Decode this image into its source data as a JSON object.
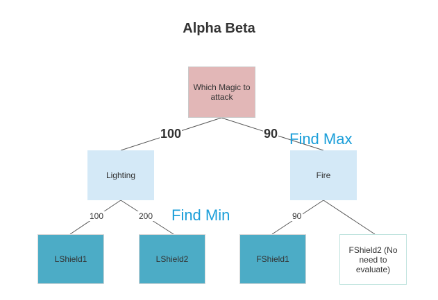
{
  "diagram": {
    "title": "Alpha Beta",
    "root": {
      "label": "Which Magic to attack"
    },
    "level1": [
      {
        "label": "Lighting",
        "edge_value": "100"
      },
      {
        "label": "Fire",
        "edge_value": "90"
      }
    ],
    "leaves": [
      {
        "label": "LShield1",
        "edge_value": "100"
      },
      {
        "label": "LShield2",
        "edge_value": "200"
      },
      {
        "label": "FShield1",
        "edge_value": "90"
      },
      {
        "label": "FShield2 (No need to evaluate)",
        "edge_value": ""
      }
    ],
    "annotations": {
      "find_max": "Find Max",
      "find_min": "Find Min"
    },
    "colors": {
      "root_fill": "#e2b7b7",
      "level1_fill": "#d4e9f7",
      "leaf_fill": "#4cacc6",
      "pruned_leaf_border": "#bfe3de",
      "annotation_text": "#1a9ed9"
    }
  }
}
